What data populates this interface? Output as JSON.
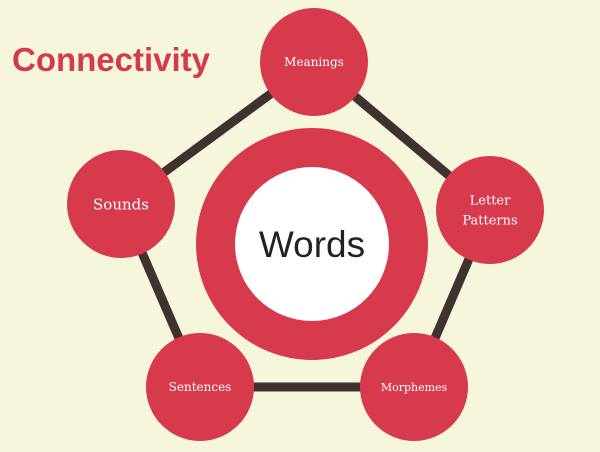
{
  "title": "Connectivity",
  "center": {
    "label": "Words"
  },
  "nodes": [
    {
      "id": "meanings",
      "lines": [
        "Meanings"
      ]
    },
    {
      "id": "letter-patterns",
      "lines": [
        "Letter",
        "Patterns"
      ]
    },
    {
      "id": "morphemes",
      "lines": [
        "Morphemes"
      ]
    },
    {
      "id": "sentences",
      "lines": [
        "Sentences"
      ]
    },
    {
      "id": "sounds",
      "lines": [
        "Sounds"
      ]
    }
  ],
  "connections": [
    [
      "meanings",
      "letter-patterns"
    ],
    [
      "letter-patterns",
      "morphemes"
    ],
    [
      "morphemes",
      "sentences"
    ],
    [
      "sentences",
      "sounds"
    ],
    [
      "sounds",
      "meanings"
    ]
  ],
  "colors": {
    "background": "#f5f6dc",
    "accent": "#d83a4d",
    "connector": "#3f3230",
    "inner": "#ffffff",
    "node_text": "#ffffff",
    "center_text": "#222222"
  }
}
